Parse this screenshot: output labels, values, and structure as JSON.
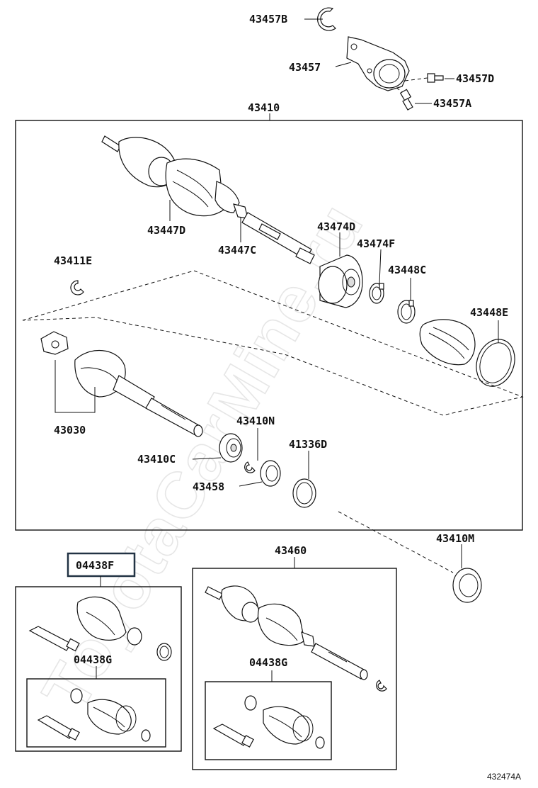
{
  "watermark": "ToyotaCarMine.ru",
  "drawing_id": "432474A",
  "labels": {
    "p43457B": "43457B",
    "p43457": "43457",
    "p43457D": "43457D",
    "p43457A": "43457A",
    "p43410": "43410",
    "p43447D": "43447D",
    "p43447C": "43447C",
    "p43474D": "43474D",
    "p43474F": "43474F",
    "p43411E": "43411E",
    "p43448C": "43448C",
    "p43448E": "43448E",
    "p43030": "43030",
    "p43410N": "43410N",
    "p41336D": "41336D",
    "p43410C": "43410C",
    "p43458": "43458",
    "p43410M": "43410M",
    "p04438F": "04438F",
    "p43460": "43460",
    "p04438G_a": "04438G",
    "p04438G_b": "04438G"
  }
}
